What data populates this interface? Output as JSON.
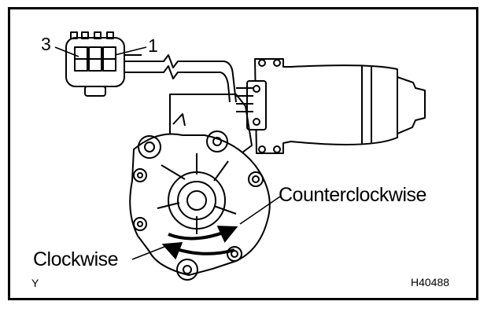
{
  "labels": {
    "pin_3": "3",
    "pin_1": "1",
    "counterclockwise": "Counterclockwise",
    "clockwise": "Clockwise",
    "corner_mark": "Y",
    "figure_code": "H40488"
  },
  "colors": {
    "line": "#000000",
    "background": "#ffffff"
  },
  "icons": {
    "clockwise_arrow": "curved-arrow-clockwise",
    "counterclockwise_arrow": "curved-arrow-counterclockwise"
  }
}
